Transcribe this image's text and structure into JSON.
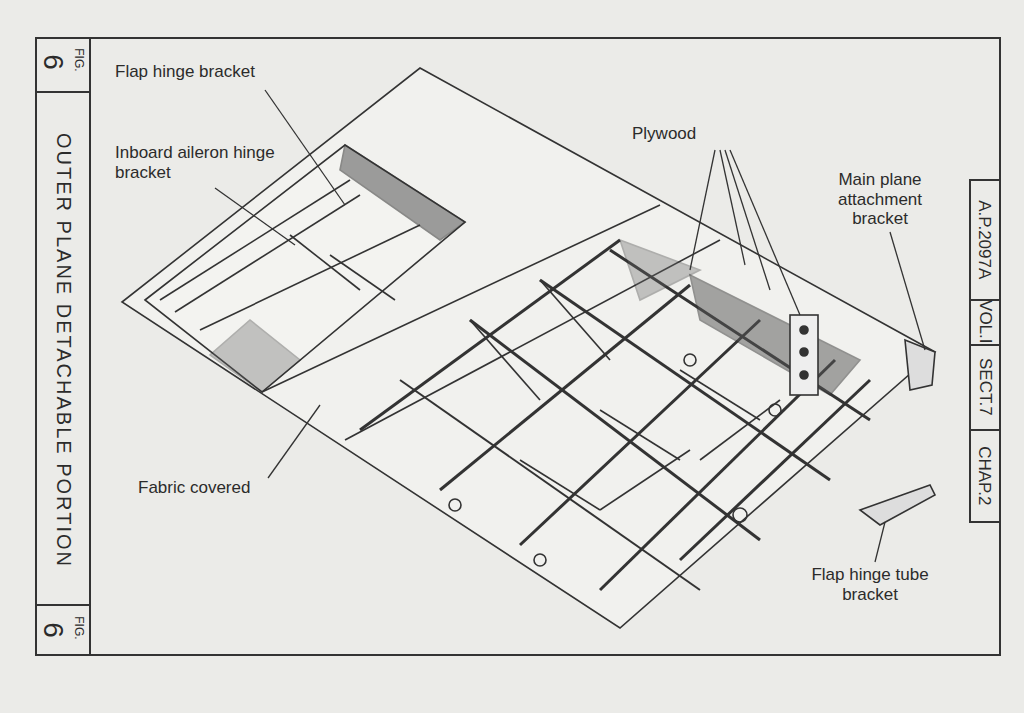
{
  "diagram": {
    "title": "OUTER PLANE DETACHABLE PORTION",
    "labels": [
      "FIG.",
      "6",
      "Flap hinge bracket",
      "Inboard aileron hinge bracket",
      "Plywood",
      "Main plane attachment bracket",
      "A.P.2097A",
      "VOL.I",
      "SECT.7",
      "CHAP.2",
      "Fabric covered",
      "Flap hinge tube bracket",
      "FIG.",
      "6"
    ]
  }
}
